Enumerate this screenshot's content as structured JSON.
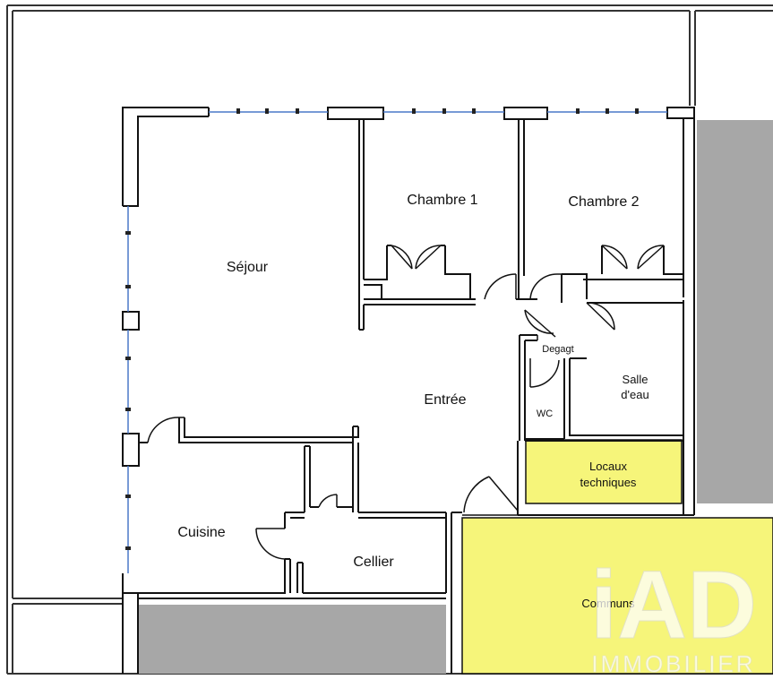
{
  "rooms": {
    "sejour": "Séjour",
    "chambre1": "Chambre 1",
    "chambre2": "Chambre 2",
    "entree": "Entrée",
    "degagt": "Degagt",
    "salle_eau_line1": "Salle",
    "salle_eau_line2": "d'eau",
    "wc": "WC",
    "locaux_line1": "Locaux",
    "locaux_line2": "techniques",
    "cuisine": "Cuisine",
    "cellier": "Cellier",
    "communs": "Communs"
  },
  "watermark": {
    "logo": "iAD",
    "text": "IMMOBILIER"
  },
  "colors": {
    "wall": "#111111",
    "highlight_yellow": "#f6f57a",
    "grey_block": "#a7a7a7",
    "window_blue": "#4a78c8"
  }
}
